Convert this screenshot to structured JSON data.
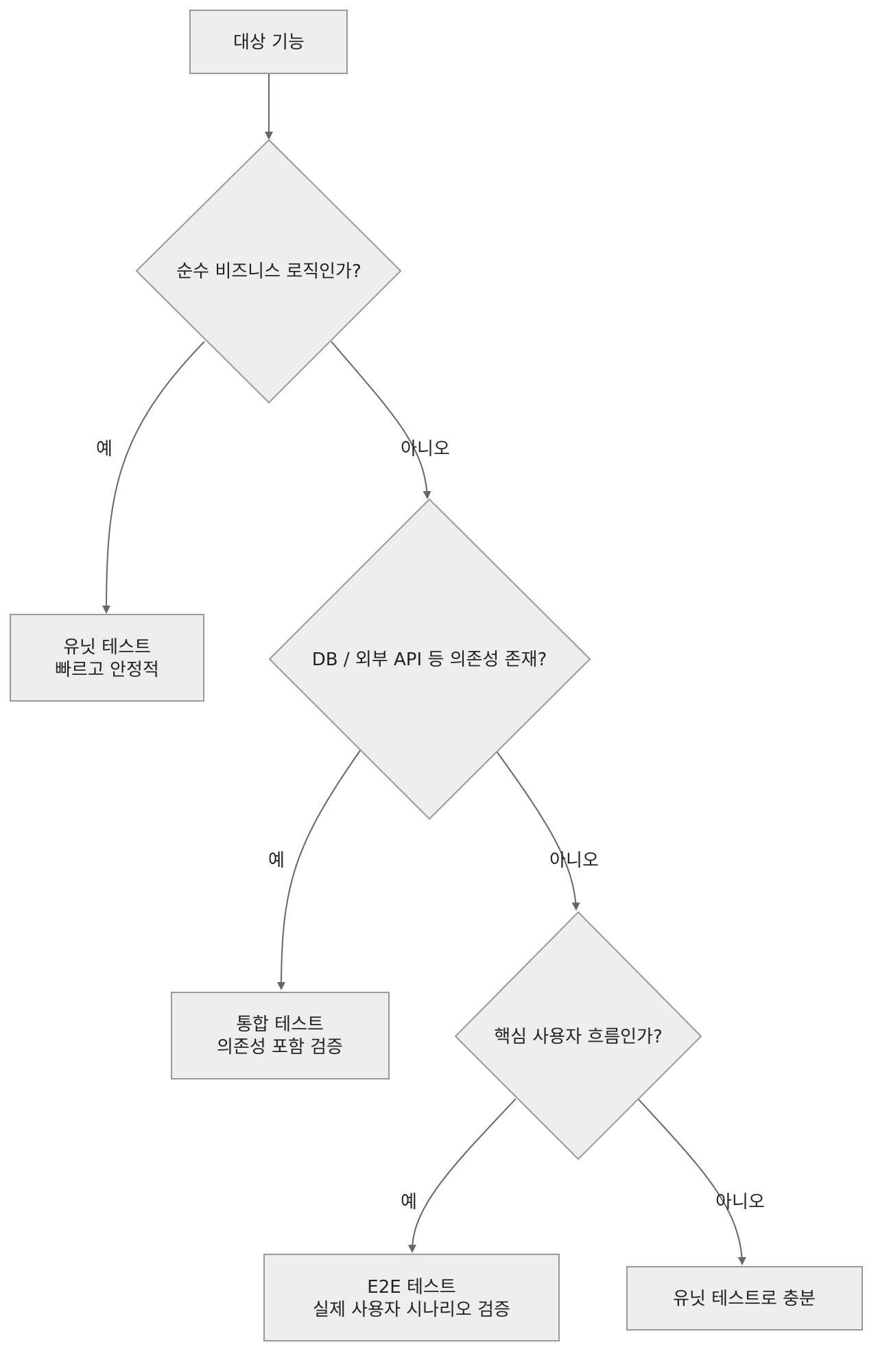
{
  "diagram": {
    "nodes": {
      "start": {
        "lines": [
          "대상 기능"
        ]
      },
      "q_business_logic": {
        "lines": [
          "순수 비즈니스 로직인가?"
        ]
      },
      "unit_test": {
        "lines": [
          "유닛 테스트",
          "빠르고 안정적"
        ]
      },
      "q_dependencies": {
        "lines": [
          "DB / 외부 API 등 의존성 존재?"
        ]
      },
      "integration_test": {
        "lines": [
          "통합 테스트",
          "의존성 포함 검증"
        ]
      },
      "q_core_flow": {
        "lines": [
          "핵심 사용자 흐름인가?"
        ]
      },
      "e2e_test": {
        "lines": [
          "E2E 테스트",
          "실제 사용자 시나리오 검증"
        ]
      },
      "unit_enough": {
        "lines": [
          "유닛 테스트로 충분"
        ]
      }
    },
    "edge_labels": {
      "yes": "예",
      "no": "아니오"
    }
  },
  "colors": {
    "node_fill": "#eeeeee",
    "node_stroke": "#999999",
    "edge": "#666666",
    "text": "#222222"
  }
}
